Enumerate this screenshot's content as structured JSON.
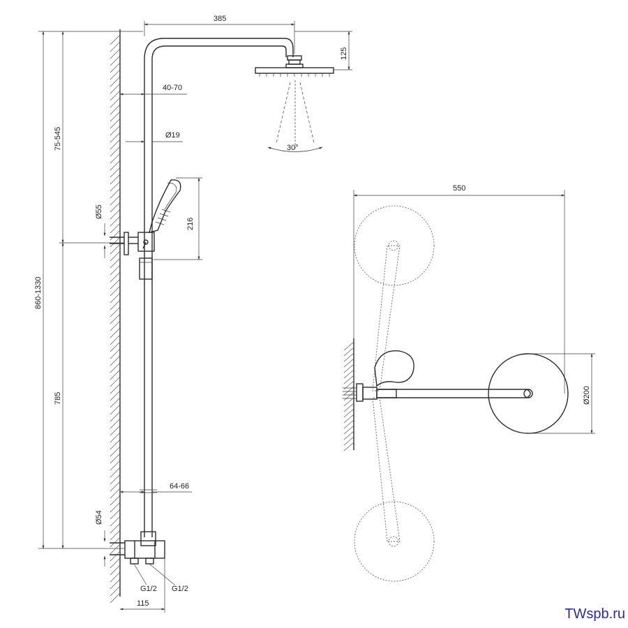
{
  "dimensions": {
    "arm_length": "385",
    "head_drop": "125",
    "wall_offset": "40-70",
    "tube_diameter": "Ø19",
    "spray_angle": "30°",
    "hand_length": "216",
    "upper_bracket_diameter": "Ø55",
    "upper_range": "75-545",
    "total_height": "860-1330",
    "lower_height": "785",
    "lower_offset": "64-66",
    "mixer_diameter": "Ø54",
    "inlet_left": "G1/2",
    "inlet_right": "G1/2",
    "mixer_depth": "115",
    "top_view_span": "550",
    "head_diameter": "Ø200"
  },
  "watermark": "TWspb.ru"
}
